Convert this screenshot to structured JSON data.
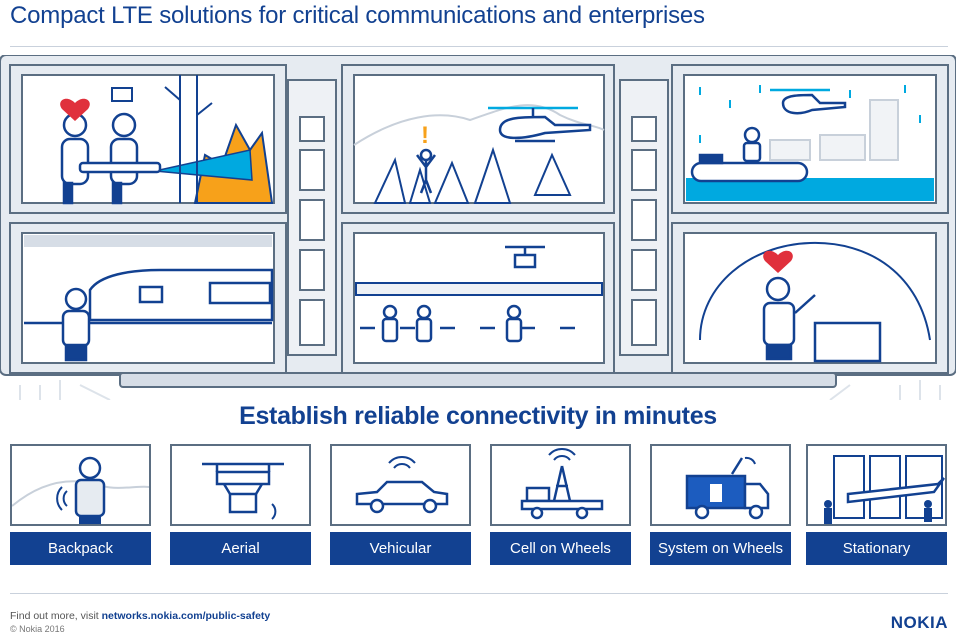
{
  "header": {
    "title": "Compact LTE solutions for critical communications and enterprises"
  },
  "headline": "Establish reliable connectivity in minutes",
  "solutions": [
    {
      "label": "Backpack"
    },
    {
      "label": "Aerial"
    },
    {
      "label": "Vehicular"
    },
    {
      "label": "Cell on Wheels"
    },
    {
      "label": "System on Wheels"
    },
    {
      "label": "Stationary"
    }
  ],
  "footer": {
    "prefix": "Find out more, visit ",
    "link": "networks.nokia.com/public-safety",
    "copyright": "© Nokia 2016",
    "logo": "NOKIA"
  },
  "colors": {
    "brand": "#124191",
    "line": "#5b6e82",
    "fill_light": "#e6ebf1",
    "fire": "#f7a11a",
    "water": "#00a9e0",
    "heart": "#e0303c"
  },
  "icons": [
    "heart-icon",
    "wifi-signal-icon",
    "helicopter-icon",
    "drone-icon",
    "exclamation-icon",
    "tree-icon",
    "car-icon",
    "truck-icon",
    "cell-tower-icon",
    "airplane-icon"
  ]
}
